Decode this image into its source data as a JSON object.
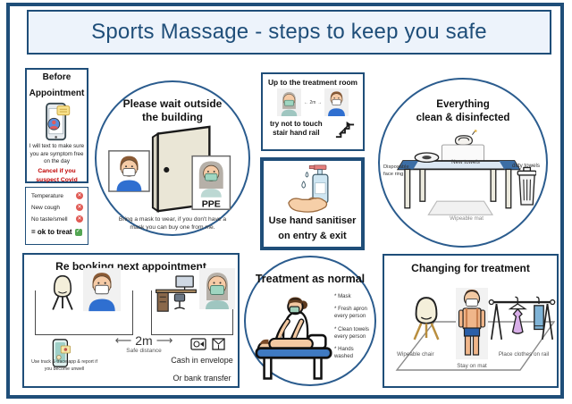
{
  "title": "Sports Massage - steps to keep you safe",
  "colors": {
    "navy": "#1f4e79",
    "title_bg": "#edf3fb",
    "warning_red": "#c00000",
    "check_green": "#53a653",
    "cross_red": "#e05a54"
  },
  "before": {
    "heading_line1": "Before",
    "heading_line2": "Appointment",
    "body": "I will text to make sure you are symptom free on the day",
    "warning": "Cancel if you suspect Covid"
  },
  "checklist": {
    "items": [
      {
        "label": "Temperature",
        "icon": "red-cross-circle"
      },
      {
        "label": "New cough",
        "icon": "red-cross-circle"
      },
      {
        "label": "No taste/smell",
        "icon": "red-cross-circle"
      }
    ],
    "result": "= ok to treat",
    "result_icon": "green-check"
  },
  "wait_outside": {
    "title_line1": "Please wait outside",
    "title_line2": "the building",
    "ppe_label": "PPE",
    "caption": "Bring a mask to wear, if you don't have a mask you can buy one from me."
  },
  "treatment_room": {
    "title": "Up to the treatment room",
    "distance": "← 2m →",
    "note_line1": "try not to touch",
    "note_line2": "stair hand rail"
  },
  "sanitiser": {
    "line1": "Use hand sanitiser",
    "line2": "on entry & exit"
  },
  "clean": {
    "title_line1": "Everything",
    "title_line2": "clean & disinfected",
    "label_face_ring": "Disposable face ring",
    "label_new_towels": "New towels",
    "label_dirty_towels": "dirty towels",
    "label_mat": "Wipeable mat"
  },
  "rebooking": {
    "title": "Re booking next appointment",
    "distance_value": "2m",
    "distance_caption": "Safe distance",
    "phone_note": "Use track & trace app & report if you become unwell",
    "payment_line1": "Cash  in envelope",
    "payment_line2": "Or bank transfer"
  },
  "treatment": {
    "title": "Treatment as normal",
    "bullets": [
      "* Mask",
      "* Fresh apron every person",
      "* Clean towels every person",
      "* Hands washed"
    ]
  },
  "changing": {
    "title": "Changing for treatment",
    "label_chair": "Wipeable chair",
    "label_mat": "Stay on mat",
    "label_rail": "Place clothes on rail"
  }
}
